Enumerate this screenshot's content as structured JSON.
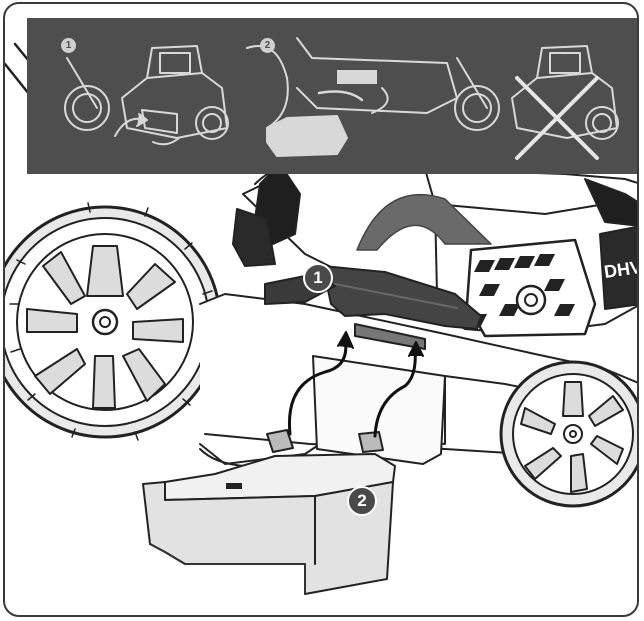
{
  "inset": {
    "step1_number": "1",
    "step2_number": "2",
    "step3_state": "not-allowed",
    "icons": [
      "mower-top-view-icon",
      "cross-icon",
      "curved-arrow-icon"
    ]
  },
  "main": {
    "callout_1": "1",
    "callout_2": "2",
    "brand_text": "DHV"
  },
  "colors": {
    "panel": "#4e4e4e",
    "line": "#222222",
    "badge": "#4a4a4a",
    "inset_line": "#d8d8d8"
  }
}
